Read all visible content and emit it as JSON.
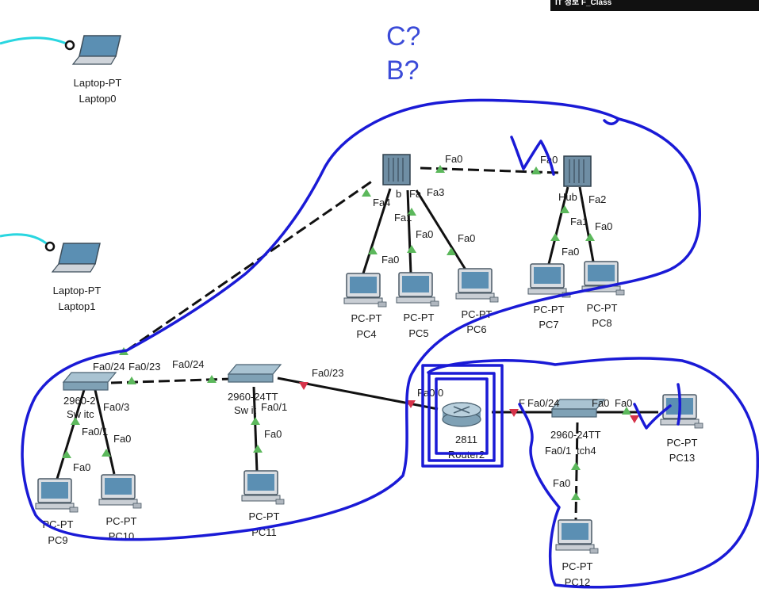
{
  "window": {
    "title": "IT 정보 F_Class"
  },
  "annotations": {
    "line1": "C?",
    "line2": "B?"
  },
  "colors": {
    "accent": "#1a1ad6",
    "link": "#111111",
    "wireless": "#29d6e0",
    "up": "#5cb85c",
    "down": "#d6334a"
  },
  "devices": {
    "laptop0": {
      "type": "Laptop-PT",
      "name": "Laptop0",
      "icon": "laptop-icon"
    },
    "laptop1": {
      "type": "Laptop-PT",
      "name": "Laptop1",
      "icon": "laptop-icon"
    },
    "hub_left": {
      "name": "b",
      "icon": "hub-icon"
    },
    "hub_right": {
      "name": "Hub",
      "icon": "hub-icon"
    },
    "pc4": {
      "type": "PC-PT",
      "name": "PC4",
      "icon": "pc-icon"
    },
    "pc5": {
      "type": "PC-PT",
      "name": "PC5",
      "icon": "pc-icon"
    },
    "pc6": {
      "type": "PC-PT",
      "name": "PC6",
      "icon": "pc-icon"
    },
    "pc7": {
      "type": "PC-PT",
      "name": "PC7",
      "icon": "pc-icon"
    },
    "pc8": {
      "type": "PC-PT",
      "name": "PC8",
      "icon": "pc-icon"
    },
    "switch_left": {
      "type": "2960-2",
      "name": "Sw itc",
      "icon": "switch-icon"
    },
    "switch_mid": {
      "type": "2960-24TT",
      "name": "Sw it",
      "icon": "switch-icon"
    },
    "switch_right": {
      "type": "2960-24TT",
      "name": "tch4",
      "icon": "switch-icon"
    },
    "router": {
      "type": "2811",
      "name": "Router2",
      "icon": "router-icon"
    },
    "pc9": {
      "type": "PC-PT",
      "name": "PC9",
      "icon": "pc-icon"
    },
    "pc10": {
      "type": "PC-PT",
      "name": "PC10",
      "icon": "pc-icon"
    },
    "pc11": {
      "type": "PC-PT",
      "name": "PC11",
      "icon": "pc-icon"
    },
    "pc12": {
      "type": "PC-PT",
      "name": "PC12",
      "icon": "pc-icon"
    },
    "pc13": {
      "type": "PC-PT",
      "name": "PC13",
      "icon": "pc-icon"
    }
  },
  "ports": {
    "hubl_fa0": "Fa0",
    "hubl_fa3": "Fa3",
    "hubl_fa4": "Fa4",
    "hubl_fa1": "Fa1",
    "hubl_fa": "Fa",
    "hubr_fa0": "Fa0",
    "hubr_fa2": "Fa2",
    "hubr_fa1": "Fa1",
    "pc4_fa0": "Fa0",
    "pc5_fa0": "Fa0",
    "pc6_fa0": "Fa0",
    "pc7_fa0": "Fa0",
    "pc8_fa0": "Fa0",
    "swl_fa024": "Fa0/24",
    "swl_fa023": "Fa0/23",
    "swl_fa03": "Fa0/3",
    "swl_fa01": "Fa0/1",
    "swm_fa024": "Fa0/24",
    "swm_fa023": "Fa0/23",
    "swm_fa01": "Fa0/1",
    "pc9_fa0": "Fa0",
    "pc10_fa0": "Fa0",
    "pc11_fa0": "Fa0",
    "rtr_fa00": "Fa0/0",
    "rtr_f": "F",
    "swr_fa024": "Fa0/24",
    "swr_fa0": "Fa0",
    "swr_fa01": "Fa0/1",
    "pc13_fa0": "Fa0",
    "pc12_fa0": "Fa0"
  }
}
